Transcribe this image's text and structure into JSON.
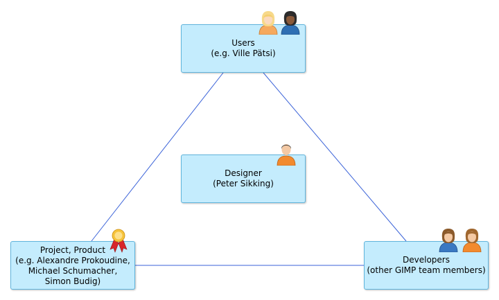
{
  "diagram": {
    "nodes": [
      {
        "id": "users",
        "lines": [
          "Users",
          "(e.g. Ville Pätsi)"
        ]
      },
      {
        "id": "designer",
        "lines": [
          "Designer",
          "(Peter Sikking)"
        ]
      },
      {
        "id": "project",
        "lines": [
          "Project, Product",
          "(e.g. Alexandre Prokoudine,",
          "Michael Schumacher,",
          "Simon Budig)"
        ]
      },
      {
        "id": "developers",
        "lines": [
          "Developers",
          "(other GIMP team members)"
        ]
      }
    ],
    "edges": [
      {
        "from": "users",
        "to": "project"
      },
      {
        "from": "users",
        "to": "developers"
      },
      {
        "from": "project",
        "to": "developers"
      }
    ],
    "icons": {
      "users": [
        "person-blonde-female-icon",
        "person-dark-skin-female-icon"
      ],
      "designer": [
        "person-orange-male-icon"
      ],
      "project": [
        "award-ribbon-icon"
      ],
      "developers": [
        "person-blue-female-icon",
        "person-orange-female-icon"
      ]
    },
    "colors": {
      "node_fill": "#c4ecfd",
      "node_border": "#5fb4dc",
      "edge": "#3a62d8"
    }
  }
}
